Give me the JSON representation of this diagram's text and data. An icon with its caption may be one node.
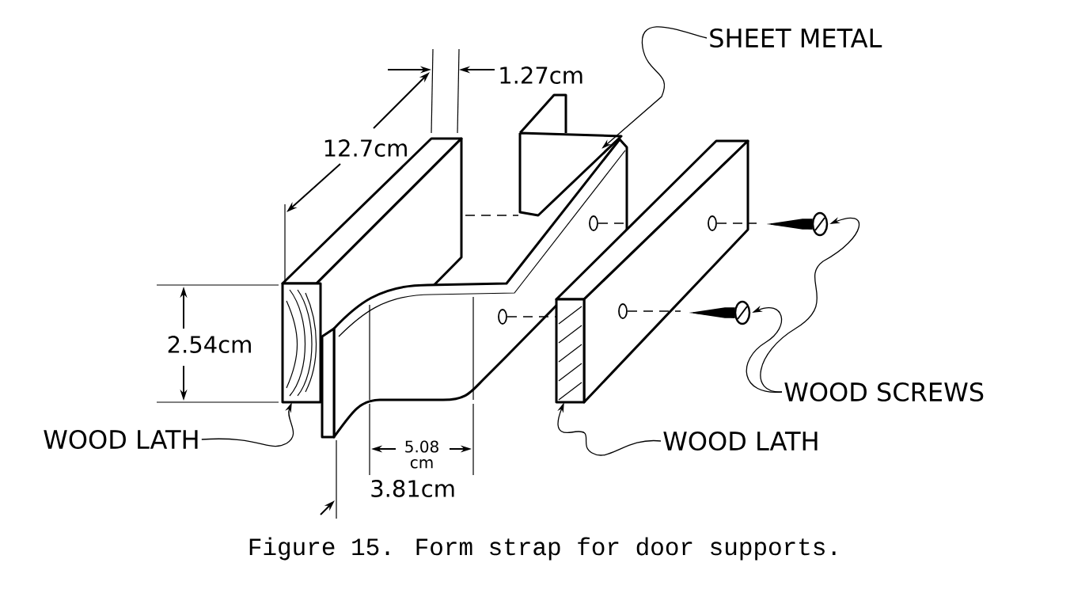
{
  "diagram": {
    "caption": "Figure 15. Form strap for door supports.",
    "nodes": [
      {
        "text": [
          "SHEET METAL"
        ]
      },
      {
        "text": [],
        "shape": "picture"
      },
      {
        "text": [
          "WOOD LATH"
        ]
      },
      {
        "text": [],
        "shape": "picture"
      },
      {
        "text": [
          "WOOD LATH"
        ]
      },
      {
        "text": [],
        "shape": "picture"
      },
      {
        "text": [
          "WOOD SCREWS"
        ]
      },
      {
        "text": [],
        "shape": "picture"
      },
      {
        "text": [],
        "shape": "picture"
      }
    ],
    "edges": [
      {
        "from": 0,
        "to": 1,
        "arrow": "to"
      },
      {
        "from": 2,
        "to": 3,
        "arrow": "to"
      },
      {
        "from": 4,
        "to": 5,
        "arrow": "to"
      },
      {
        "from": 6,
        "to": 7,
        "arrow": "to"
      },
      {
        "from": 6,
        "to": 8,
        "arrow": "to"
      }
    ],
    "labels": [
      "1.27cm",
      "12.7cm",
      "2.54cm",
      "5.08 cm",
      "3.81cm"
    ]
  }
}
